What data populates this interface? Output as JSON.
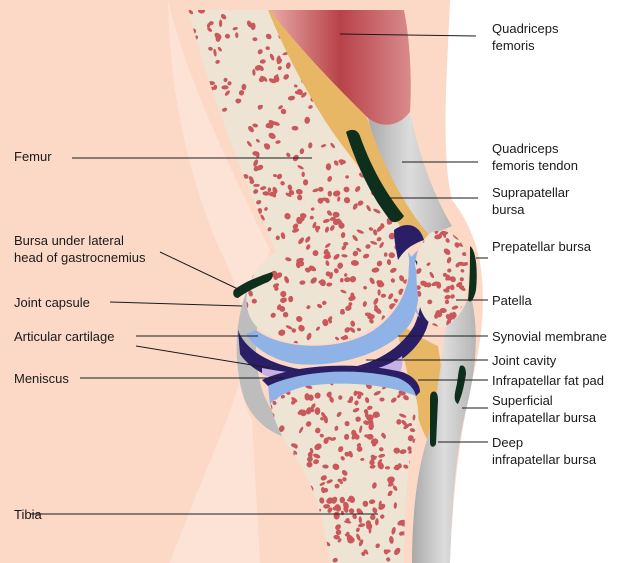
{
  "labels": {
    "quadriceps_femoris": [
      "Quadriceps",
      "femoris"
    ],
    "femur": "Femur",
    "quadriceps_tendon": [
      "Quadriceps",
      "femoris tendon"
    ],
    "suprapatellar_bursa": [
      "Suprapatellar",
      "bursa"
    ],
    "bursa_gastrocnemius": [
      "Bursa under lateral",
      "head of gastrocnemius"
    ],
    "prepatellar_bursa": "Prepatellar bursa",
    "joint_capsule": "Joint capsule",
    "patella": "Patella",
    "articular_cartilage": "Articular cartilage",
    "synovial_membrane": "Synovial membrane",
    "joint_cavity": "Joint cavity",
    "meniscus": "Meniscus",
    "infrapatellar_fat_pad": "Infrapatellar fat pad",
    "superficial_infrapatellar_bursa": [
      "Superficial",
      "infrapatellar bursa"
    ],
    "deep_infrapatellar_bursa": [
      "Deep",
      "infrapatellar bursa"
    ],
    "tibia": "Tibia"
  },
  "colors": {
    "skin": "#fcd9c7",
    "bone": "#ede4d3",
    "marrow_spots": "#c9575b",
    "cartilage": "#8fb3e6",
    "synovial": "#2a1f66",
    "meniscus": "#c6b0e6",
    "fat": "#e8b765",
    "muscle": "#b8424a",
    "tendon": "#c7c7c7",
    "bursa": "#0f2f1d"
  }
}
